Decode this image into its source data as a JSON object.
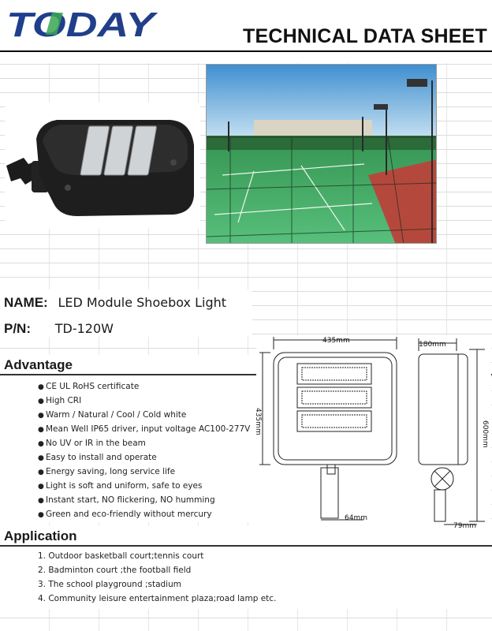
{
  "brand": {
    "logo_text": "TODAY"
  },
  "header": {
    "title": "TECHNICAL DATA SHEET"
  },
  "product": {
    "name_label": "NAME:",
    "name_value": "LED Module Shoebox Light",
    "pn_label": "P/N:",
    "pn_value": "TD-120W"
  },
  "advantage": {
    "title": "Advantage",
    "bullet_glyph": "●",
    "items": [
      "CE UL RoHS certificate",
      "High CRI",
      "Warm / Natural / Cool / Cold white",
      "Mean Well IP65 driver, input voltage AC100-277V",
      "No UV or IR in the beam",
      "Easy to install and operate",
      "Energy saving, long service life",
      "Light is soft and uniform, safe to eyes",
      "Instant start, NO flickering, NO humming",
      "Green and eco-friendly without mercury"
    ]
  },
  "application": {
    "title": "Application",
    "items": [
      "1. Outdoor basketball court;tennis court",
      "2. Badminton court ;the football field",
      "3. The school playground ;stadium",
      "4. Community leisure entertainment plaza;road lamp etc."
    ]
  },
  "drawing": {
    "width_label": "435mm",
    "depth_label": "180mm",
    "height_label": "435mm",
    "total_height_label": "600mm",
    "bracket_label": "64mm",
    "side_bracket_label": "79mm"
  },
  "colors": {
    "logo_blue": "#1d3f8f",
    "logo_green": "#3aa651",
    "rule": "#000000"
  }
}
